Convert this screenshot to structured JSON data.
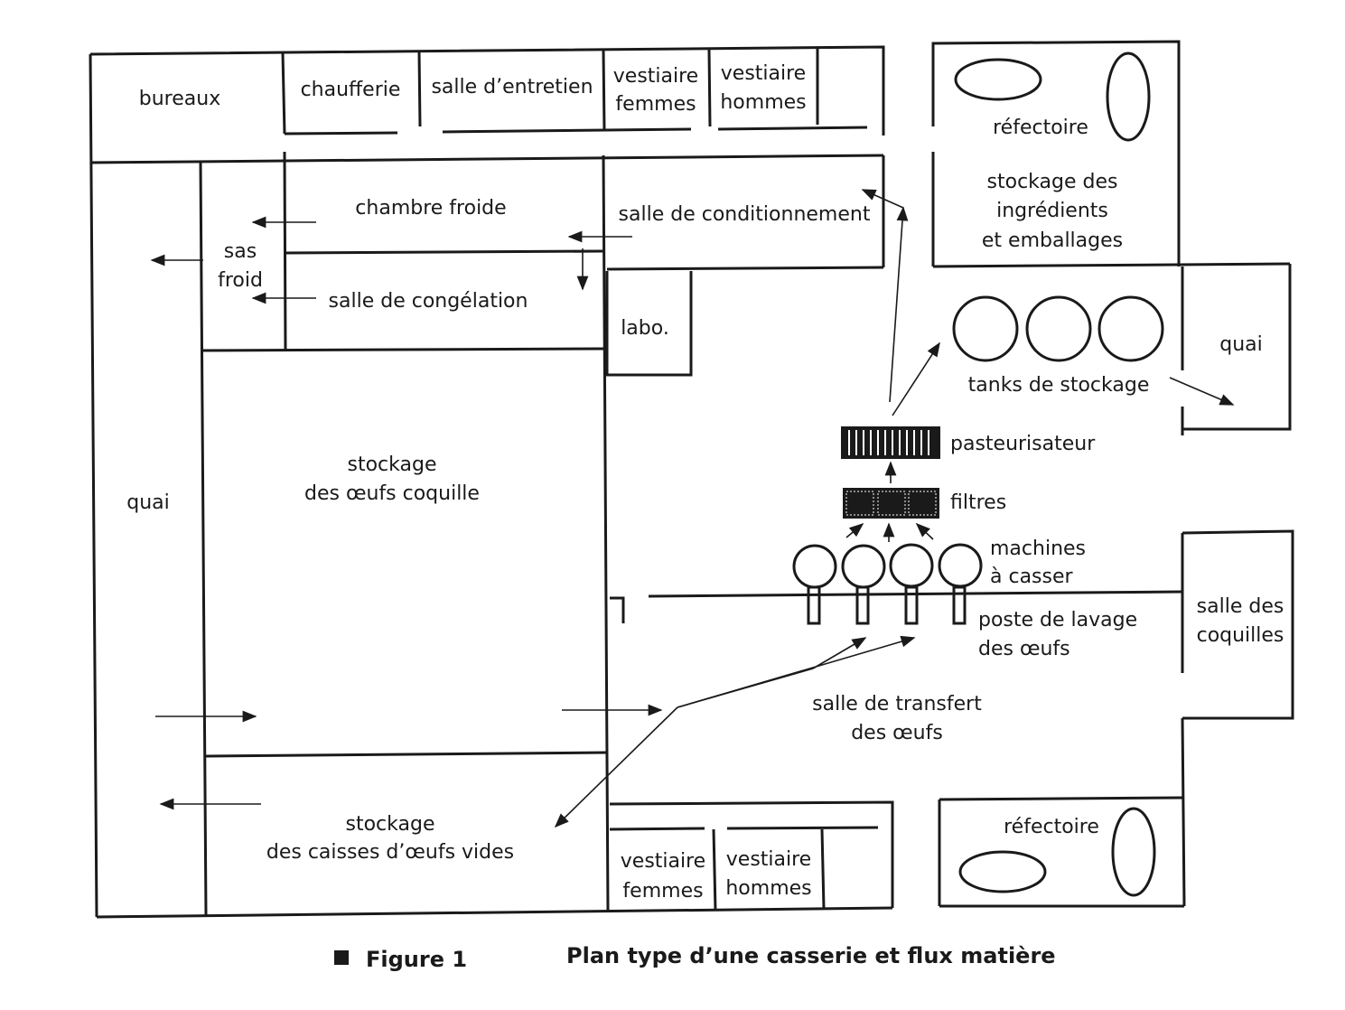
{
  "figure": {
    "label": "Figure 1",
    "caption": "Plan type d’une casserie et flux matière"
  },
  "rooms": {
    "bureaux": "bureaux",
    "chaufferie": "chaufferie",
    "salle_entretien": "salle d’entretien",
    "vestiaire_femmes_top": [
      "vestiaire",
      "femmes"
    ],
    "vestiaire_hommes_top": [
      "vestiaire",
      "hommes"
    ],
    "refectoire_top": "réfectoire",
    "stockage_ingredients": [
      "stockage des",
      "ingrédients",
      "et emballages"
    ],
    "chambre_froide": "chambre froide",
    "sas_froid": [
      "sas",
      "froid"
    ],
    "salle_conditionnement": "salle de conditionnement",
    "salle_congelation": "salle de congélation",
    "labo": "labo.",
    "tanks": "tanks de stockage",
    "quai_right": "quai",
    "quai_left": "quai",
    "stockage_oeufs": [
      "stockage",
      "des œufs coquille"
    ],
    "pasteurisateur": "pasteurisateur",
    "filtres": "filtres",
    "machines": [
      "machines",
      "à casser"
    ],
    "poste_lavage": [
      "poste de lavage",
      "des œufs"
    ],
    "salle_coquilles": [
      "salle des",
      "coquilles"
    ],
    "salle_transfert": [
      "salle de transfert",
      "des œufs"
    ],
    "stockage_caisses": [
      "stockage",
      "des caisses d’œufs vides"
    ],
    "refectoire_bottom": "réfectoire",
    "vestiaire_femmes_bottom": [
      "vestiaire",
      "femmes"
    ],
    "vestiaire_hommes_bottom": [
      "vestiaire",
      "hommes"
    ]
  }
}
